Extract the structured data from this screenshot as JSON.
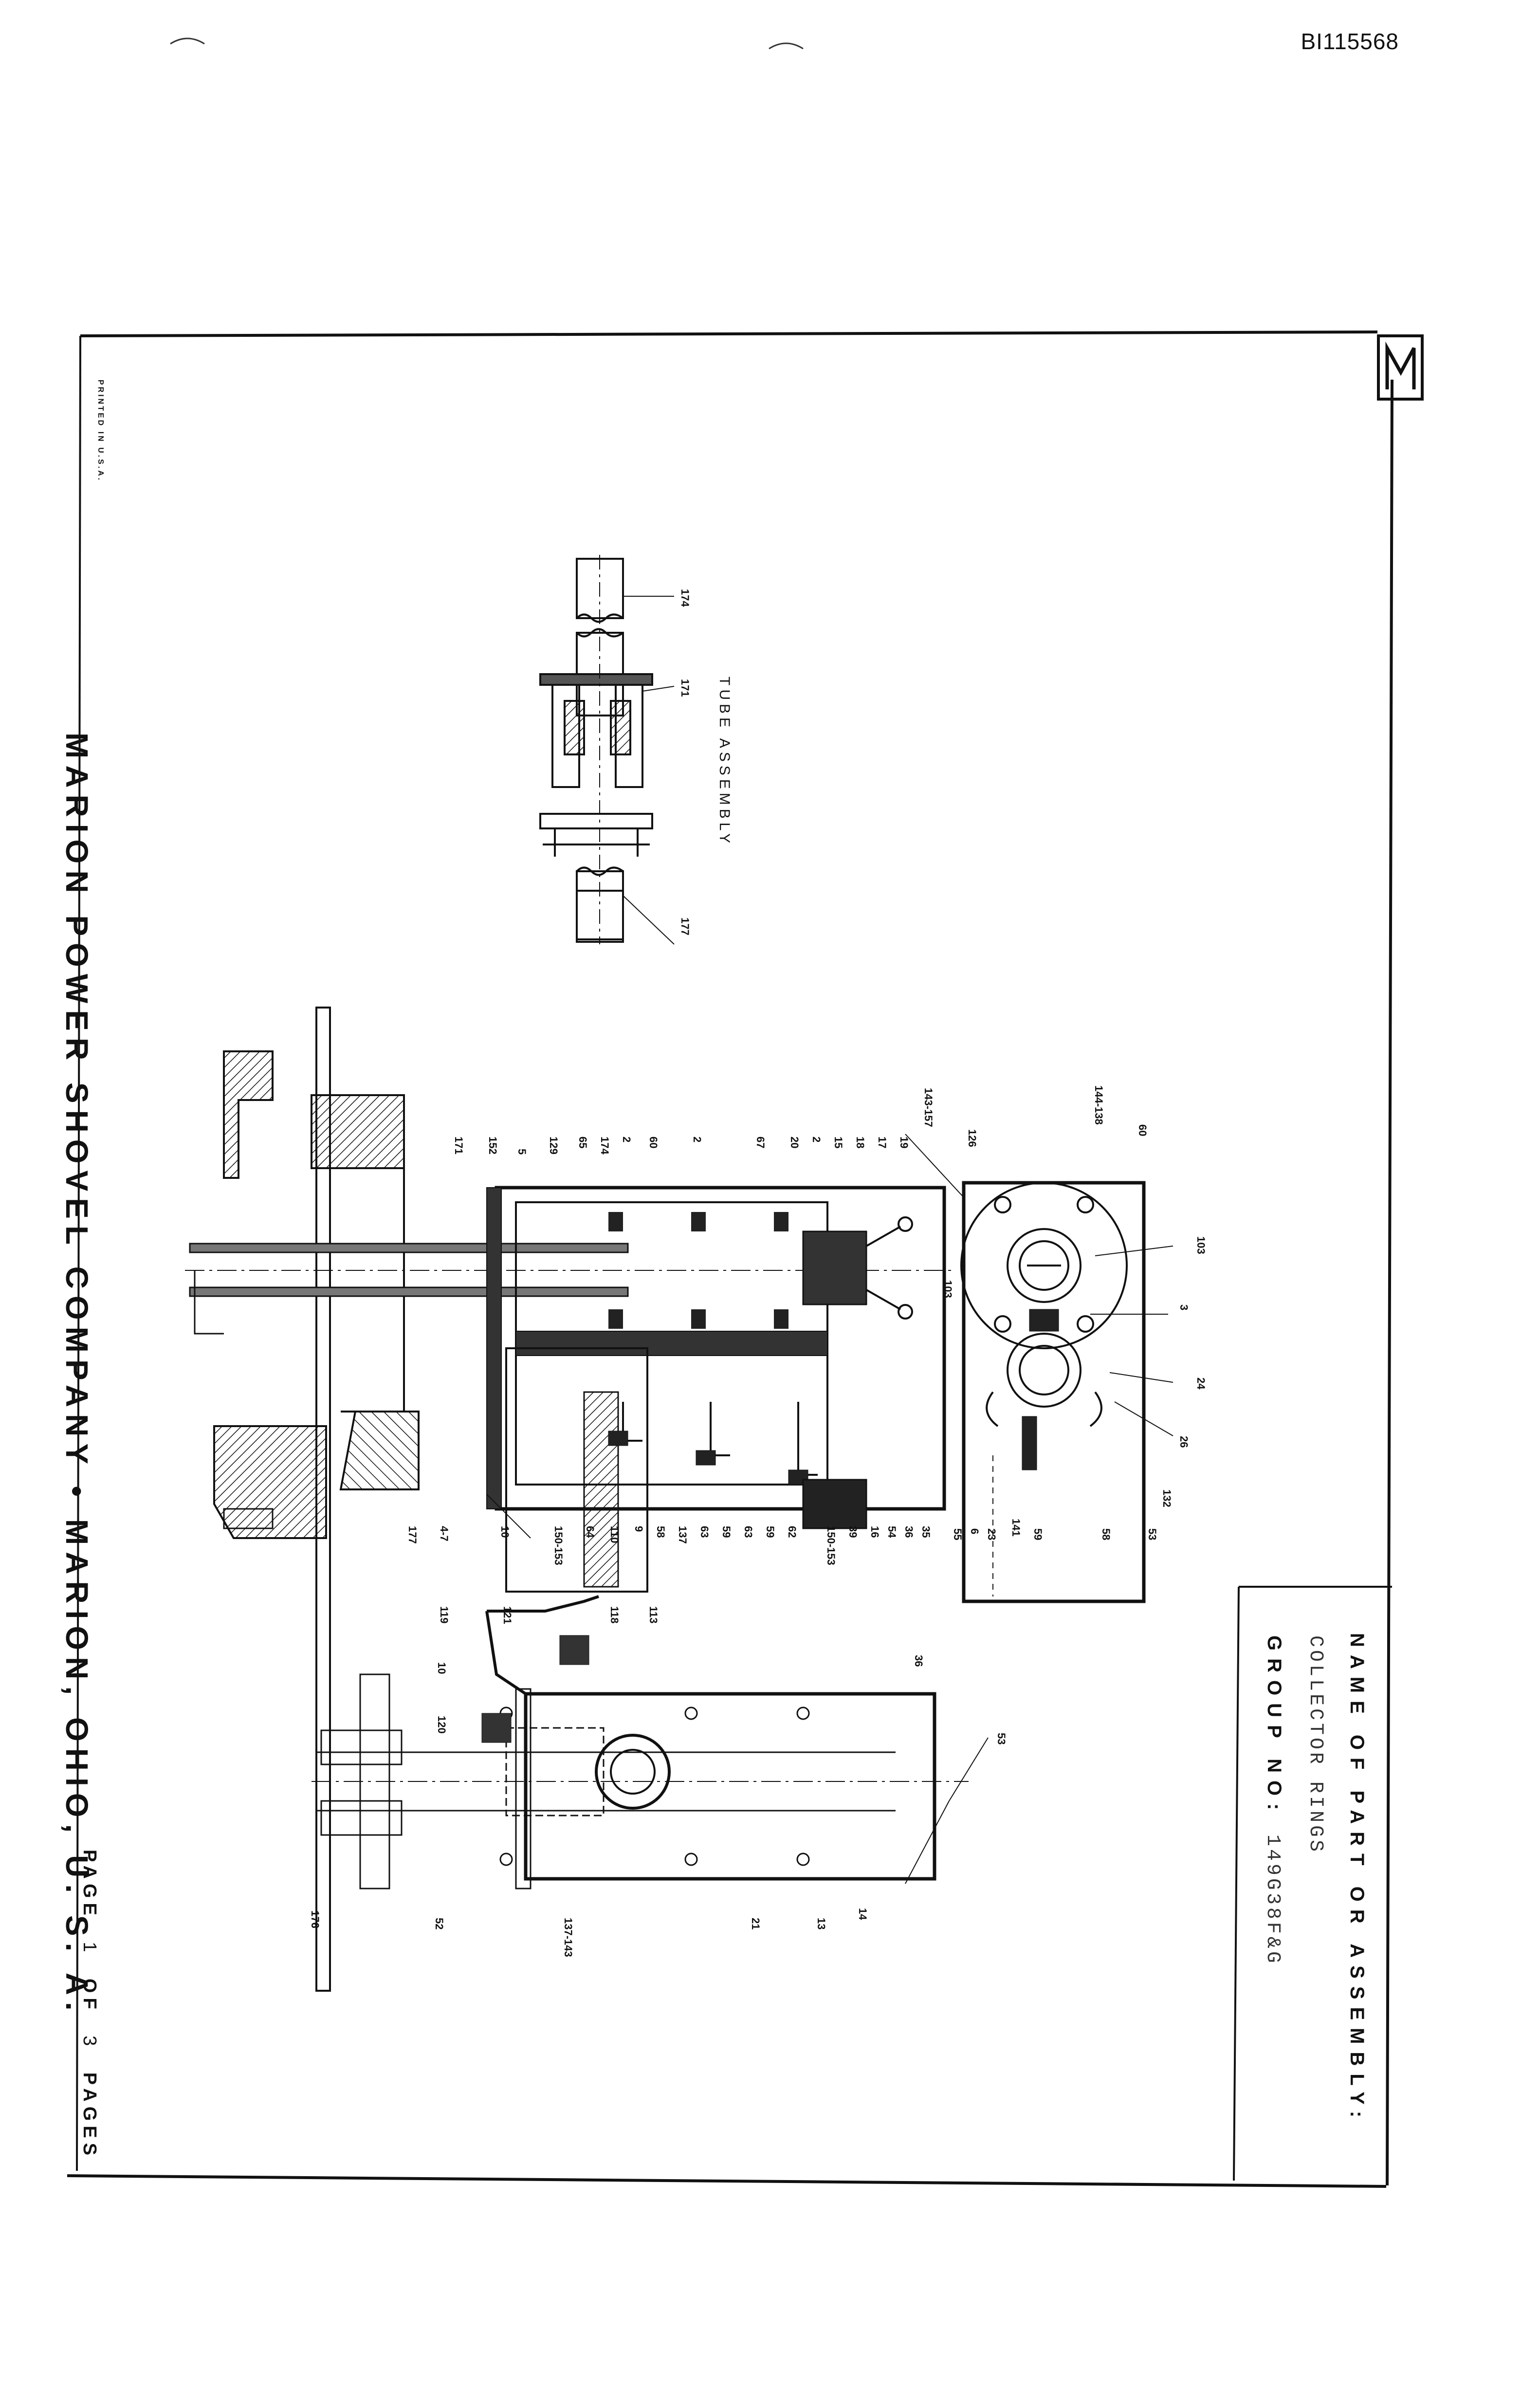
{
  "document_id": "BI115568",
  "title_block": {
    "name_label": "NAME OF PART OR ASSEMBLY:",
    "name_value": "COLLECTOR RINGS",
    "group_label": "GROUP NO:",
    "group_value": "149G38F&G",
    "logo_letter": "M"
  },
  "footer": {
    "company_line": "MARION POWER SHOVEL COMPANY • MARION, OHIO, U. S. A.",
    "page_prefix": "PAGE",
    "page_number": "1",
    "page_of": "OF",
    "page_total": "3",
    "page_suffix": "PAGES",
    "printed": "PRINTED IN U.S.A."
  },
  "drawings": {
    "tube_assembly": {
      "label": "TUBE ASSEMBLY",
      "callouts": [
        "174",
        "171",
        "177"
      ]
    },
    "section_view": {
      "callouts_left": [
        "143-157",
        "19",
        "17",
        "18",
        "15",
        "2",
        "20",
        "67",
        "2",
        "60",
        "2",
        "174",
        "65",
        "129",
        "5",
        "152",
        "171"
      ],
      "callouts_center": [
        "103"
      ],
      "callouts_right": [
        "35",
        "36",
        "54",
        "16",
        "39",
        "150-153",
        "62",
        "59",
        "63",
        "59",
        "63",
        "137",
        "58",
        "9",
        "110",
        "64",
        "150-153",
        "10",
        "4-7",
        "177"
      ]
    },
    "top_view": {
      "callouts_left": [
        "60",
        "144-138",
        "126"
      ],
      "callouts_right": [
        "103",
        "3",
        "24",
        "26",
        "132",
        "53",
        "58",
        "59",
        "141",
        "23",
        "6",
        "55"
      ]
    },
    "side_view": {
      "callouts": [
        "36",
        "53",
        "113",
        "118",
        "121",
        "119",
        "10",
        "120",
        "137-143",
        "52",
        "176",
        "21",
        "13",
        "14"
      ]
    }
  }
}
